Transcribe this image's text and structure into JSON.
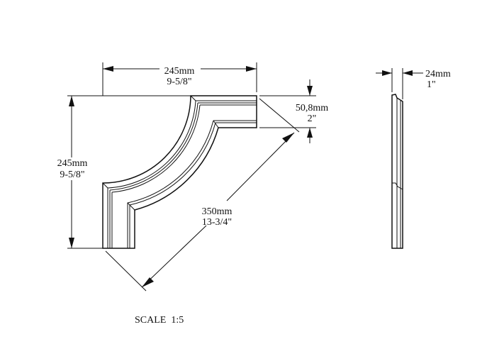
{
  "dimensions": {
    "width": {
      "mm": "245mm",
      "inch": "9-5/8\""
    },
    "height": {
      "mm": "245mm",
      "inch": "9-5/8\""
    },
    "profile_width": {
      "mm": "50,8mm",
      "inch": "2\""
    },
    "diagonal": {
      "mm": "350mm",
      "inch": "13-3/4\""
    },
    "thickness": {
      "mm": "24mm",
      "inch": "1\""
    }
  },
  "scale_label": "SCALE  1:5"
}
